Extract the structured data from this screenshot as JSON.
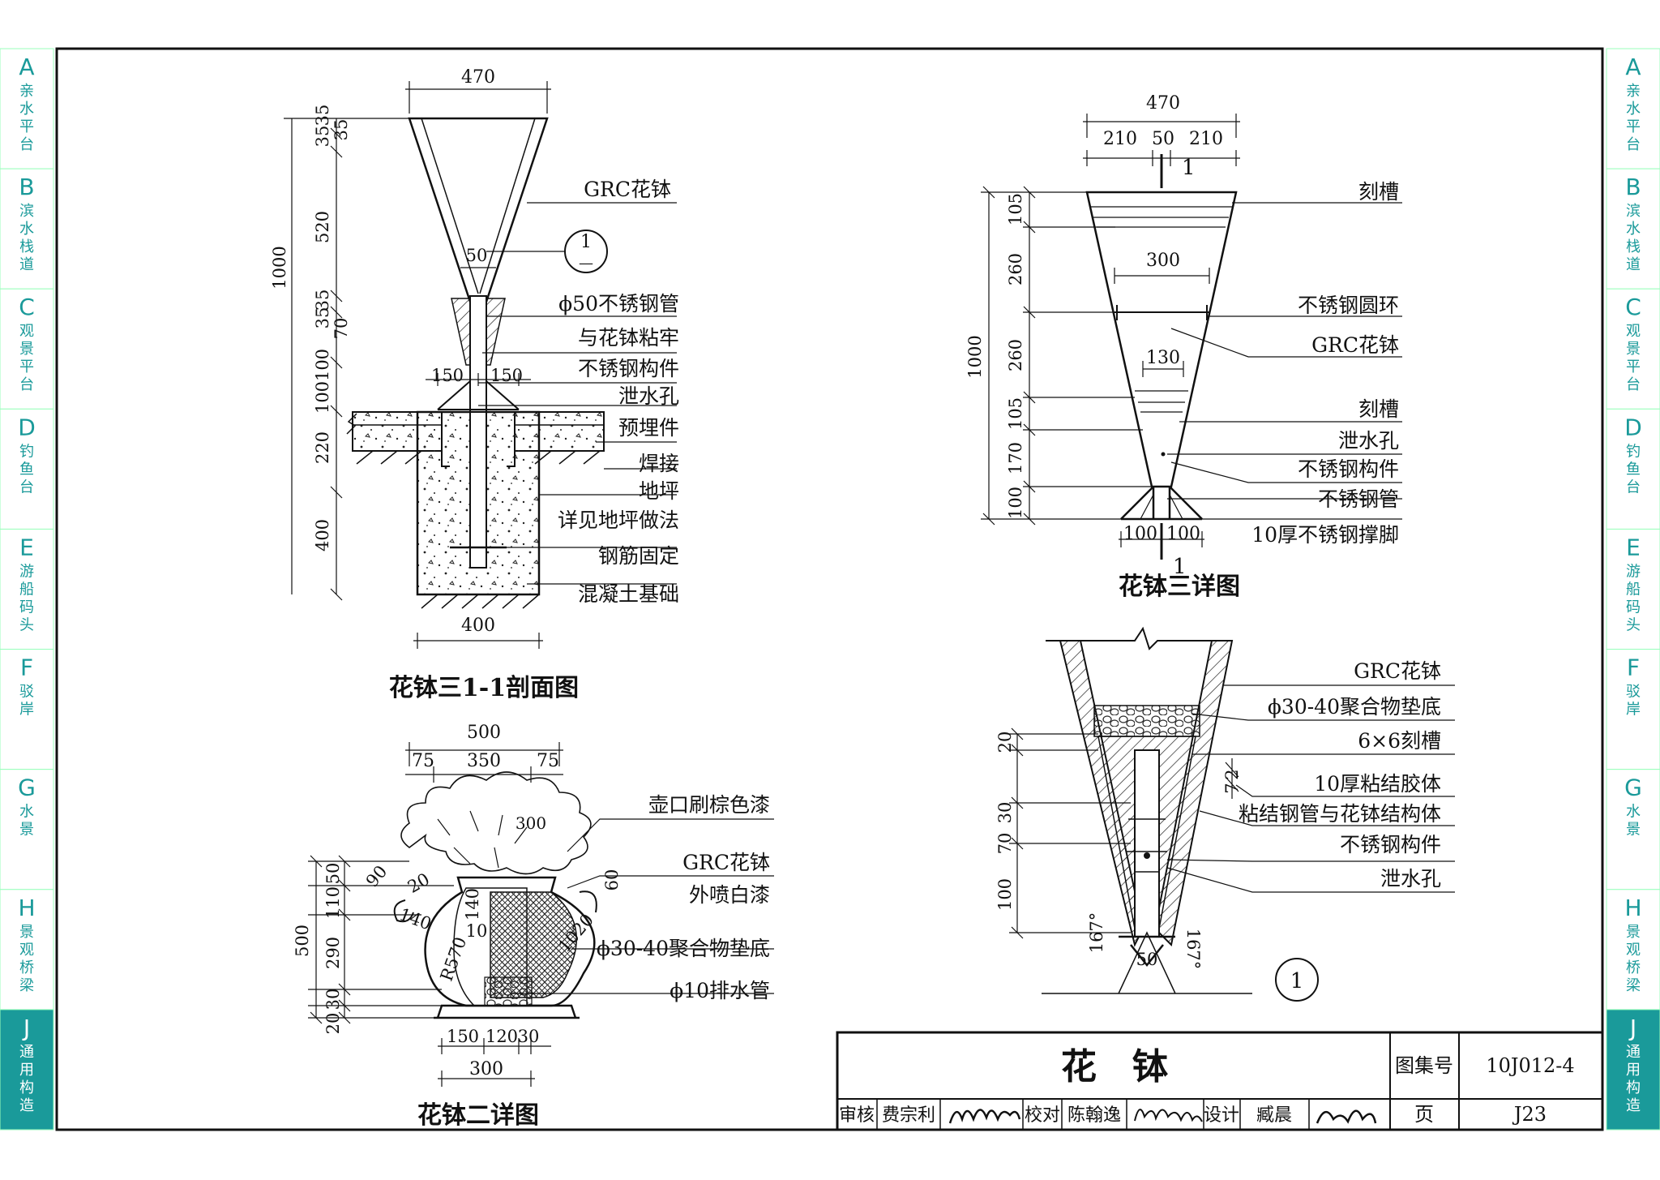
{
  "side_tabs": [
    {
      "letter": "A",
      "chars": [
        "亲",
        "水",
        "平",
        "台"
      ]
    },
    {
      "letter": "B",
      "chars": [
        "滨",
        "水",
        "栈",
        "道"
      ]
    },
    {
      "letter": "C",
      "chars": [
        "观",
        "景",
        "平",
        "台"
      ]
    },
    {
      "letter": "D",
      "chars": [
        "钓",
        "鱼",
        "台"
      ]
    },
    {
      "letter": "E",
      "chars": [
        "游",
        "船",
        "码",
        "头"
      ]
    },
    {
      "letter": "F",
      "chars": [
        "驳",
        "岸"
      ]
    },
    {
      "letter": "G",
      "chars": [
        "水",
        "景"
      ]
    },
    {
      "letter": "H",
      "chars": [
        "景",
        "观",
        "桥",
        "梁"
      ]
    },
    {
      "letter": "J",
      "chars": [
        "通",
        "用",
        "构",
        "造"
      ]
    }
  ],
  "colors": {
    "tab_text": "#1a9a9a",
    "tab_active_bg": "#1a9a9a",
    "tab_active_text": "#ffffff",
    "line": "#111111"
  },
  "section": {
    "title": "花钵三1-1剖面图",
    "dims": {
      "top_width": "470",
      "d35a": "35",
      "d35b": "35",
      "d33a": "35",
      "d520": "520",
      "d1000": "1000",
      "d35c": "35",
      "d35d": "35",
      "d70": "70",
      "d33b": "35",
      "d100a": "100",
      "d100b": "100",
      "d220": "220",
      "d400v": "400",
      "d50": "50",
      "d150a": "150",
      "d150b": "150",
      "bottom_width": "400"
    },
    "callout": {
      "num": "1",
      "sub": "—"
    },
    "labels": [
      "GRC花钵",
      "ϕ50不锈钢管",
      "与花钵粘牢",
      "不锈钢构件",
      "泄水孔",
      "预埋件",
      "焊接",
      "地坪",
      "详见地坪做法",
      "钢筋固定",
      "混凝土基础"
    ]
  },
  "detail3": {
    "title": "花钵三详图",
    "dims": {
      "top": "470",
      "d210a": "210",
      "d50": "50",
      "d210b": "210",
      "d300": "300",
      "d130": "130",
      "d105a": "105",
      "d260a": "260",
      "d260b": "260",
      "d105b": "105",
      "d170": "170",
      "d100": "100",
      "d1000": "1000",
      "b100a": "100",
      "b100b": "100"
    },
    "cut_marks": [
      "1",
      "1"
    ],
    "labels": [
      "刻槽",
      "不锈钢圆环",
      "GRC花钵",
      "刻槽",
      "泄水孔",
      "不锈钢构件",
      "不锈钢管",
      "10厚不锈钢撑脚"
    ]
  },
  "detail1": {
    "number": "1",
    "dims": {
      "d20": "20",
      "d2": "2",
      "d7": "7",
      "d30": "30",
      "d70": "70",
      "d100": "100",
      "d50": "50",
      "angle_left": "167°",
      "angle_right": "167°"
    },
    "labels": [
      "GRC花钵",
      "ϕ30-40聚合物垫底",
      "6×6刻槽",
      "10厚粘结胶体",
      "粘结钢管与花钵结构体",
      "不锈钢构件",
      "泄水孔"
    ]
  },
  "detail2": {
    "title": "花钵二详图",
    "dims": {
      "top": "500",
      "d75a": "75",
      "d350": "350",
      "d75b": "75",
      "d300top": "300",
      "d500v": "500",
      "d110": "110",
      "d50": "50",
      "d290": "290",
      "d20": "20",
      "d30": "30",
      "d90": "90",
      "d20b": "20",
      "d60": "60",
      "d140a": "140",
      "d140b": "140",
      "d10": "10",
      "d1020": "1020",
      "r570": "R570",
      "b150": "150",
      "b120": "120",
      "b30": "30",
      "b300": "300"
    },
    "labels": [
      "壶口刷棕色漆",
      "GRC花钵",
      "外喷白漆",
      "ϕ30-40聚合物垫底",
      "ϕ10排水管"
    ]
  },
  "title_block": {
    "title": "花　钵",
    "atlas_label": "图集号",
    "atlas_no": "10J012-4",
    "page_label": "页",
    "page_no": "J23",
    "review_label": "审核",
    "review_name": "费宗利",
    "check_label": "校对",
    "check_name": "陈翰逸",
    "design_label": "设计",
    "design_name": "臧晨"
  }
}
